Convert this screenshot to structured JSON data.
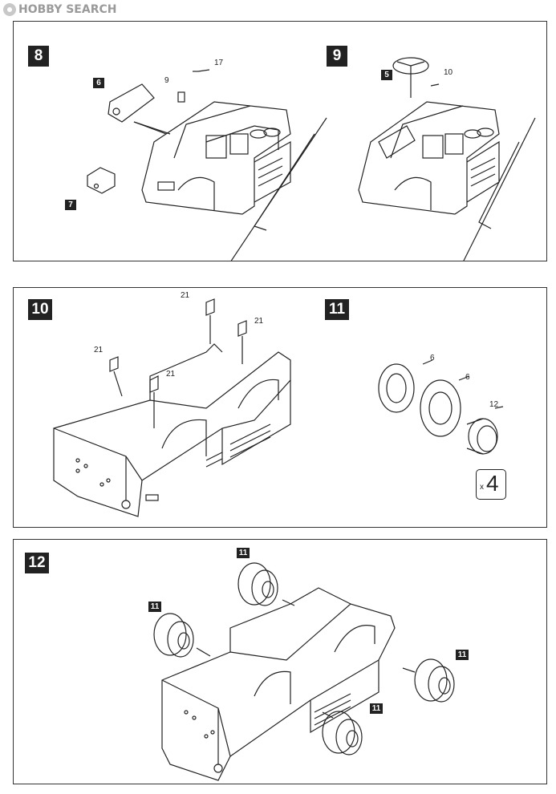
{
  "watermark": {
    "text": "HOBBY SEARCH"
  },
  "steps": {
    "s8": "8",
    "s9": "9",
    "s10": "10",
    "s11": "11",
    "s12": "12"
  },
  "parts": {
    "p8_6": "6",
    "p8_7": "7",
    "p8_9": "9",
    "p8_17": "17",
    "p9_5": "5",
    "p9_10": "10",
    "p10_21a": "21",
    "p10_21b": "21",
    "p10_21c": "21",
    "p10_21d": "21",
    "p11_6a": "6",
    "p11_6b": "6",
    "p11_12": "12",
    "p12_11a": "11",
    "p12_11b": "11",
    "p12_11c": "11",
    "p12_11d": "11"
  },
  "quantity": {
    "x": "x",
    "n": "4"
  }
}
